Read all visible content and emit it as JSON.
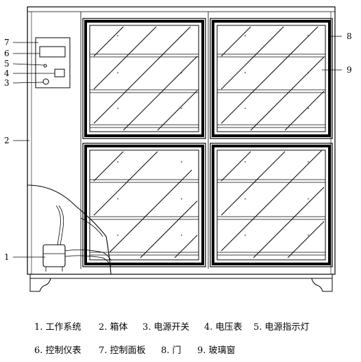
{
  "callouts": {
    "c1": "1",
    "c2": "2",
    "c3": "3",
    "c4": "4",
    "c5": "5",
    "c6": "6",
    "c7": "7",
    "c8": "8",
    "c9": "9"
  },
  "legend": {
    "row1": [
      "1. 工作系统",
      "2. 箱体",
      "3. 电源开关",
      "4. 电压表",
      "5. 电源指示灯"
    ],
    "row2": [
      "6. 控制仪表",
      "7. 控制面板",
      "8. 门",
      "9. 玻璃窗"
    ]
  }
}
